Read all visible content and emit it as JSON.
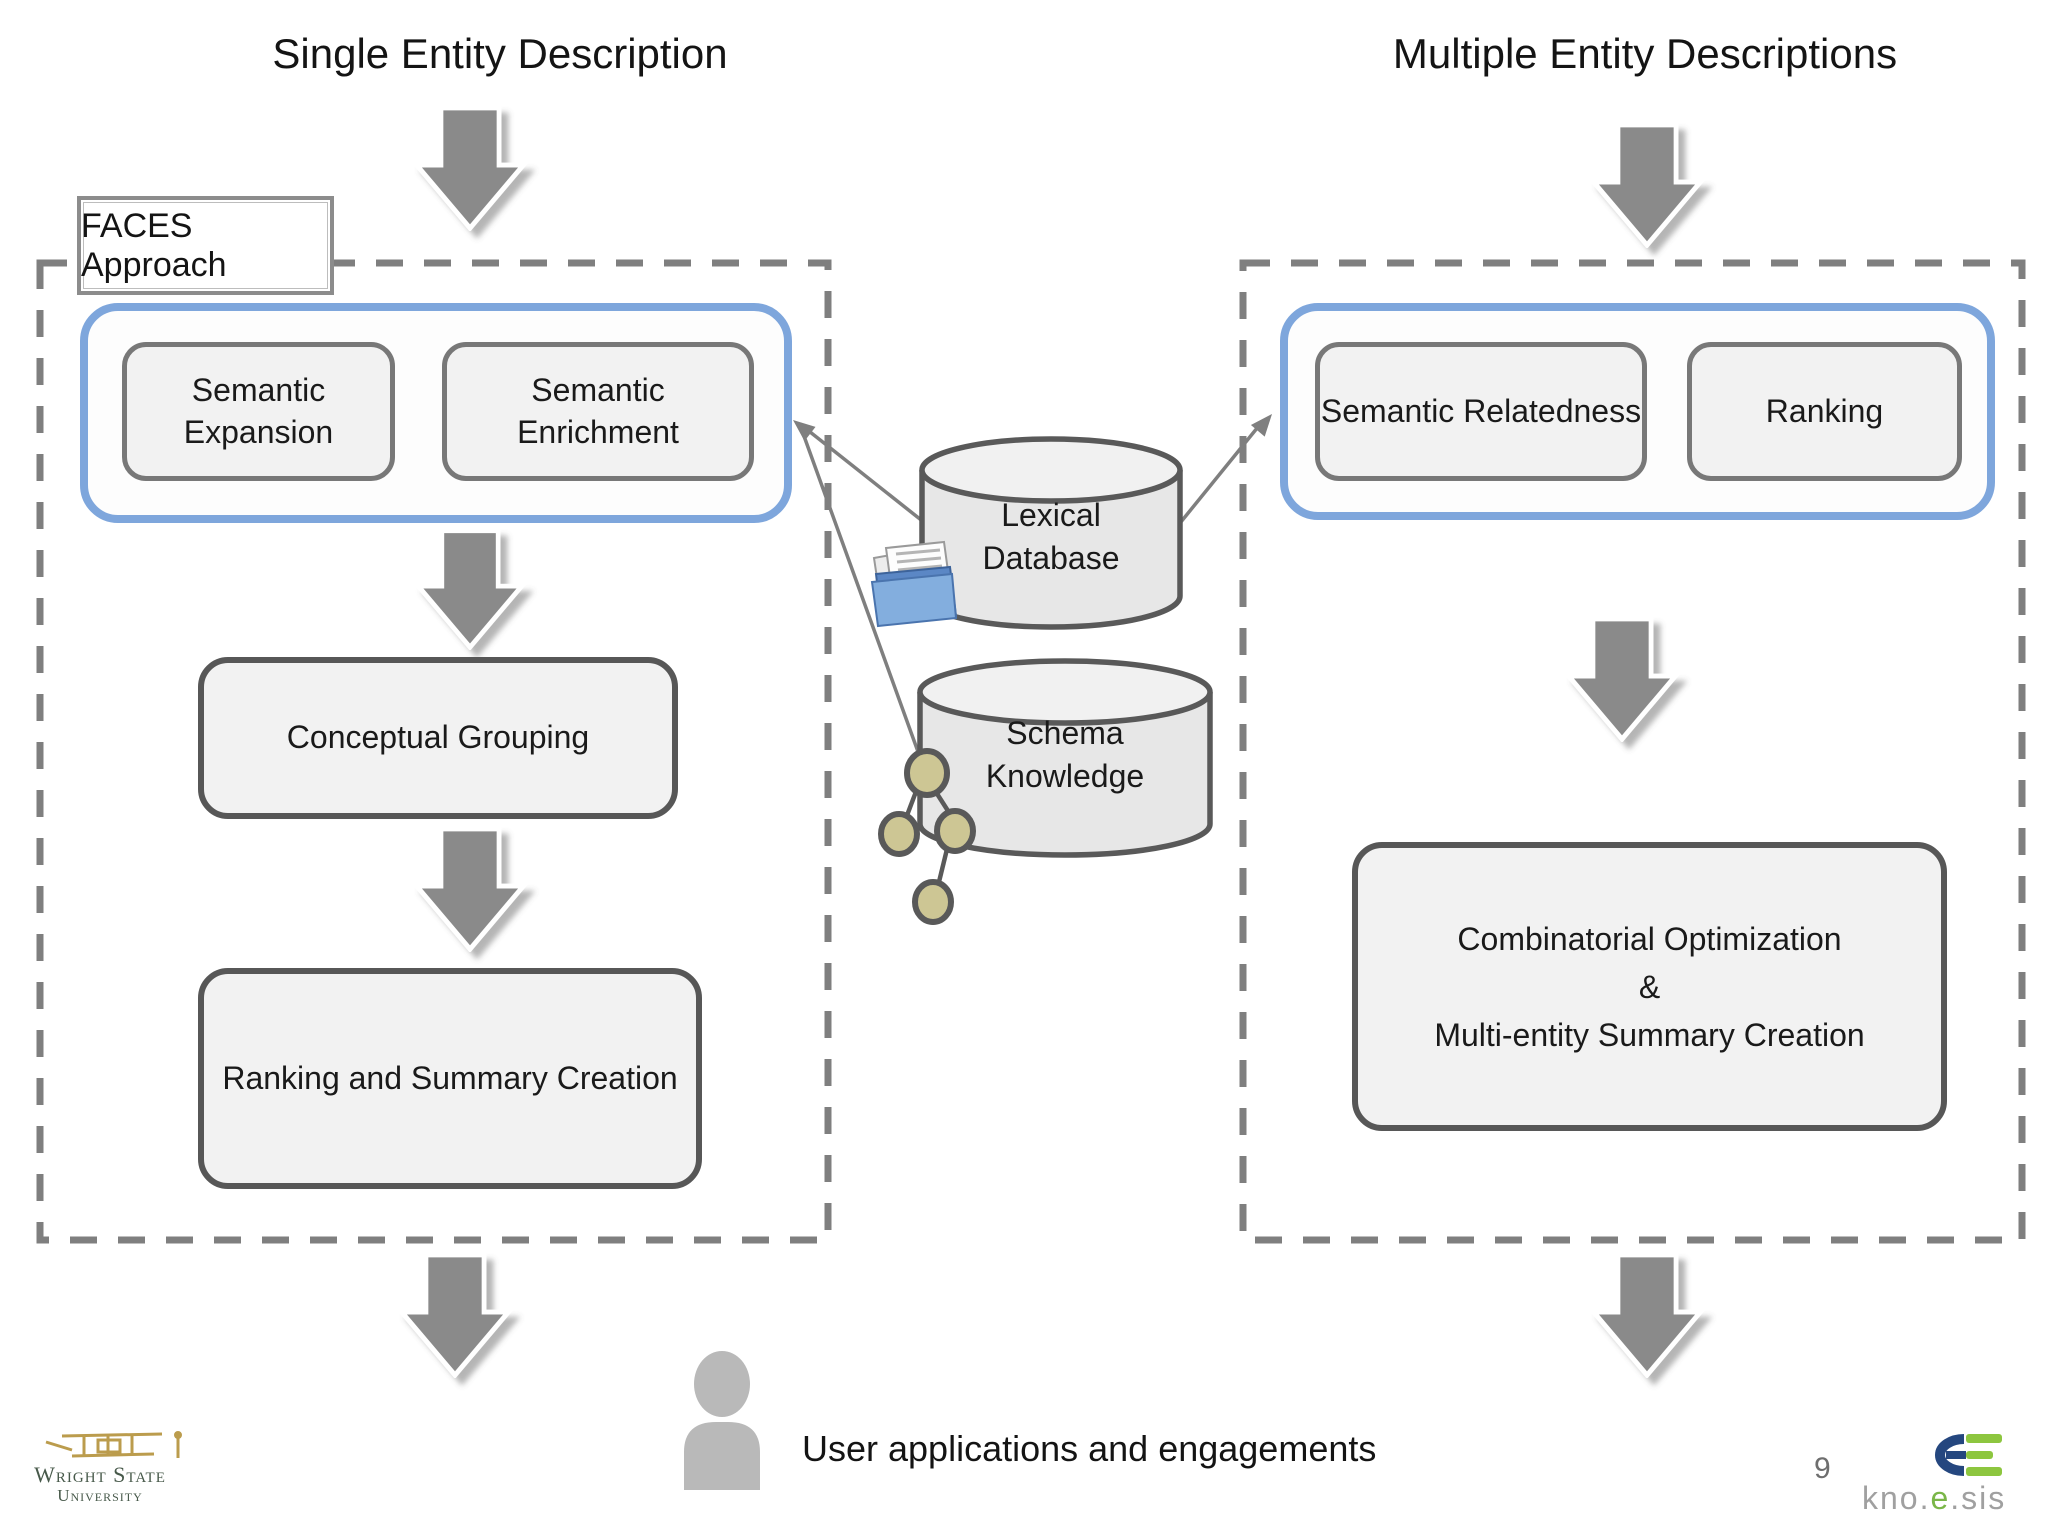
{
  "slide": {
    "page_number": "9",
    "titles": {
      "left": "Single Entity Description",
      "right": "Multiple Entity Descriptions"
    },
    "faces_label": "FACES Approach",
    "left_column": {
      "semantic_expansion": "Semantic Expansion",
      "semantic_enrichment": "Semantic Enrichment",
      "conceptual_grouping": "Conceptual Grouping",
      "ranking_summary": "Ranking and Summary Creation"
    },
    "right_column": {
      "semantic_relatedness": "Semantic Relatedness",
      "ranking": "Ranking",
      "combinatorial_lines": [
        "Combinatorial Optimization",
        "&",
        "Multi-entity Summary Creation"
      ]
    },
    "datastores": {
      "lexical": {
        "lines": [
          "Lexical",
          "Database"
        ]
      },
      "schema": {
        "lines": [
          "Schema",
          "Knowledge"
        ]
      }
    },
    "footer": {
      "user_caption": "User applications and engagements"
    },
    "logos": {
      "wsu": {
        "line1": "Wright State",
        "line2": "University"
      },
      "knoesis": {
        "pre": "kno",
        "dot1": ".",
        "e": "e",
        "dot2": ".",
        "post": "sis"
      }
    },
    "icons": {
      "user": "user-silhouette-icon",
      "folder": "folder-documents-icon",
      "lexical_db": "database-cylinder-icon",
      "schema_db": "database-cylinder-icon",
      "graph_nodes": "graph-nodes-icon",
      "flow_arrow": "block-arrow-down-icon"
    },
    "colors": {
      "accent_blue": "#7ea6dc",
      "box_fill": "#f2f2f2",
      "box_stroke": "#787878",
      "dark_stroke": "#575757",
      "arrow_gray": "#8a8a8a",
      "dash_gray": "#7f7f7f",
      "node_olive": "#cdc694",
      "knoesis_blue": "#25477f",
      "knoesis_green": "#8dc63f",
      "wsu_green": "#47594a",
      "wsu_gold": "#bb9c4d"
    }
  }
}
